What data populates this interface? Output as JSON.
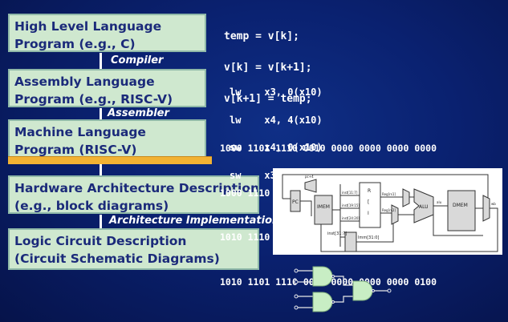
{
  "levels": [
    {
      "line1": "High Level Language",
      "line2": "Program (e.g., C)"
    },
    {
      "line1": "Assembly  Language",
      "line2": "Program (e.g., RISC-V)"
    },
    {
      "line1": "Machine  Language",
      "line2": "Program (RISC-V)"
    },
    {
      "line1": "Hardware Architecture Description",
      "line2": "(e.g., block diagrams)"
    },
    {
      "line1": "Logic Circuit Description",
      "line2": "(Circuit Schematic Diagrams)"
    }
  ],
  "transitions": {
    "compiler": "Compiler",
    "assembler": "Assembler",
    "architecture_implementation": "Architecture Implementation"
  },
  "c_code": [
    "temp = v[k];",
    "v[k] = v[k+1];",
    "v[k+1] = temp;"
  ],
  "assembly_code": [
    "lw    x3, 0(x10)",
    "lw    x4, 4(x10)",
    "sw    x4, 0(x10)",
    "sw    x3, 4(x10)"
  ],
  "machine_code": [
    "1000 1101 1110 0010 0000 0000 0000 0000",
    "1000 1110 0001 0000 0000 0000 0000 0100",
    "1010 1110 0001 0010 0000 0000 0000 0000",
    "1010 1101 1110 0010 0000 0000 0000 0100"
  ],
  "datapath": {
    "memory_label": "IMEM",
    "regfile_letters": [
      "R",
      "[",
      "I"
    ],
    "pc_label": "PC",
    "alu_label": "ALU",
    "dmem_label": "DMEM",
    "imm_label": "Imm[31:0]",
    "inst_label": "inst[31:7]",
    "signals": [
      "inst[11:7]",
      "inst[19:15]",
      "inst[24:20]",
      "Reg[rs1]",
      "Reg[rs2]",
      "alu",
      "pc+4",
      "wb"
    ]
  },
  "colors": {
    "box_fill": "#cfe8cf",
    "box_text": "#1b2a7a",
    "highlight": "#f2b233",
    "gate_fill": "#c8eec4"
  }
}
